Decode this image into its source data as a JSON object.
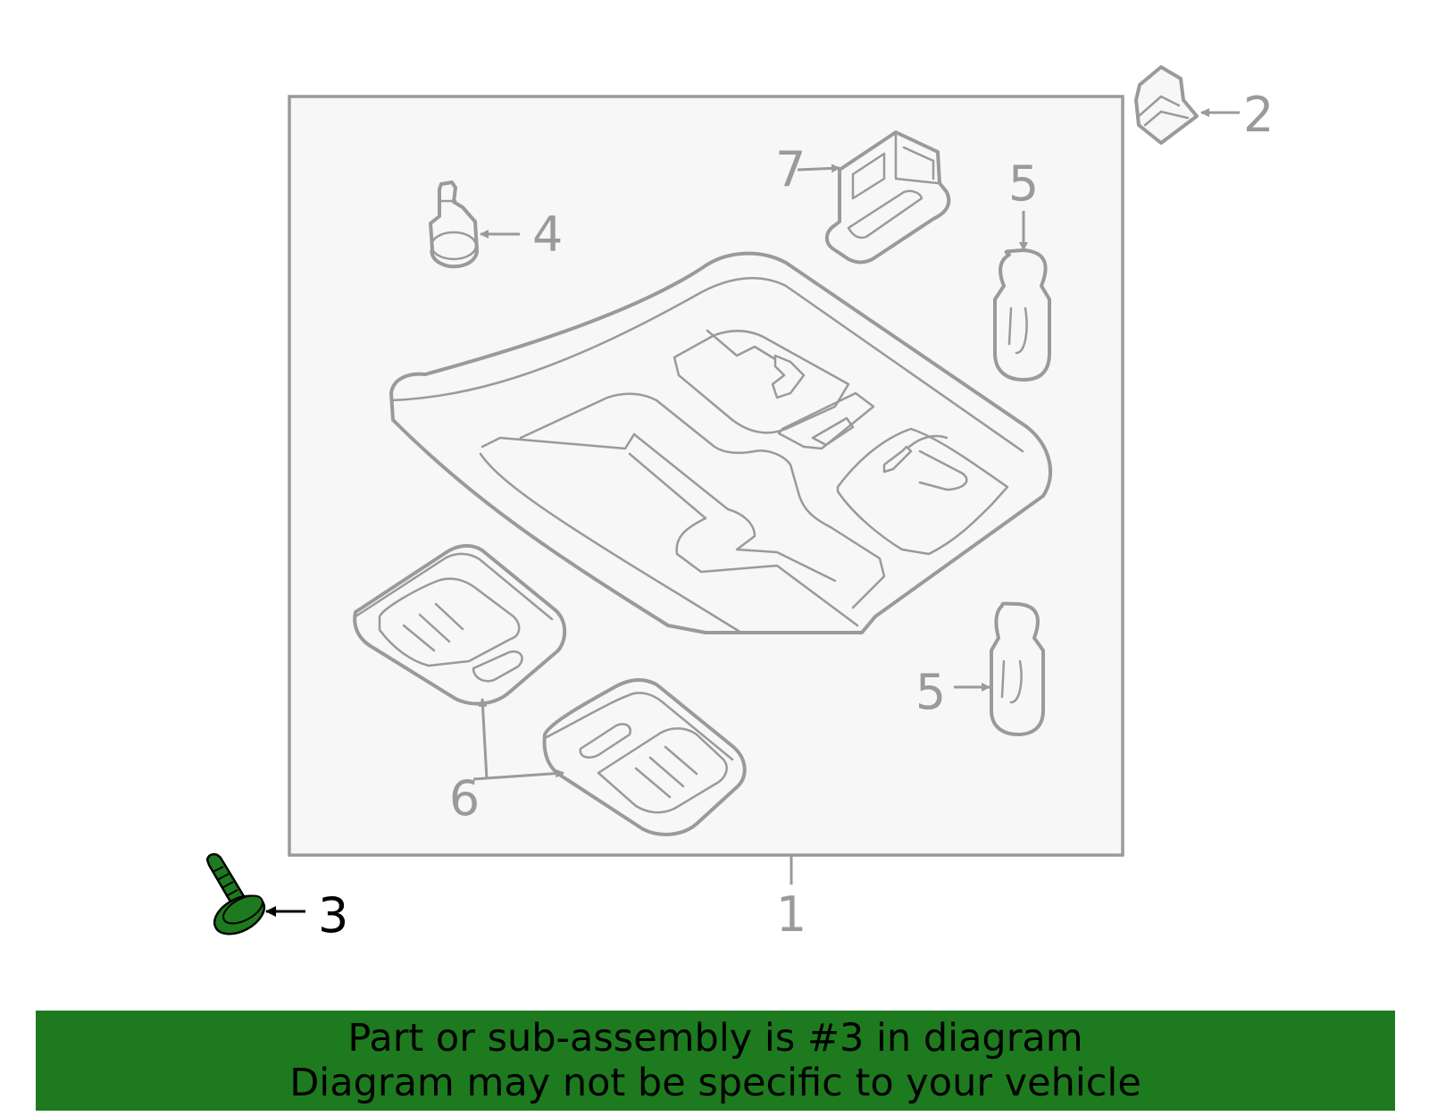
{
  "colors": {
    "highlight": "#1e7a1e",
    "line": "#9a9a9a",
    "panel_background": "#f7f7f7"
  },
  "callouts": {
    "c1": "1",
    "c2": "2",
    "c3": "3",
    "c4": "4",
    "c5_top": "5",
    "c5_bottom": "5",
    "c6": "6",
    "c7": "7"
  },
  "highlighted_part": "3",
  "banner": {
    "line1": "Part or sub-assembly is #3 in diagram",
    "line2": "Diagram may not be specific to your vehicle"
  }
}
